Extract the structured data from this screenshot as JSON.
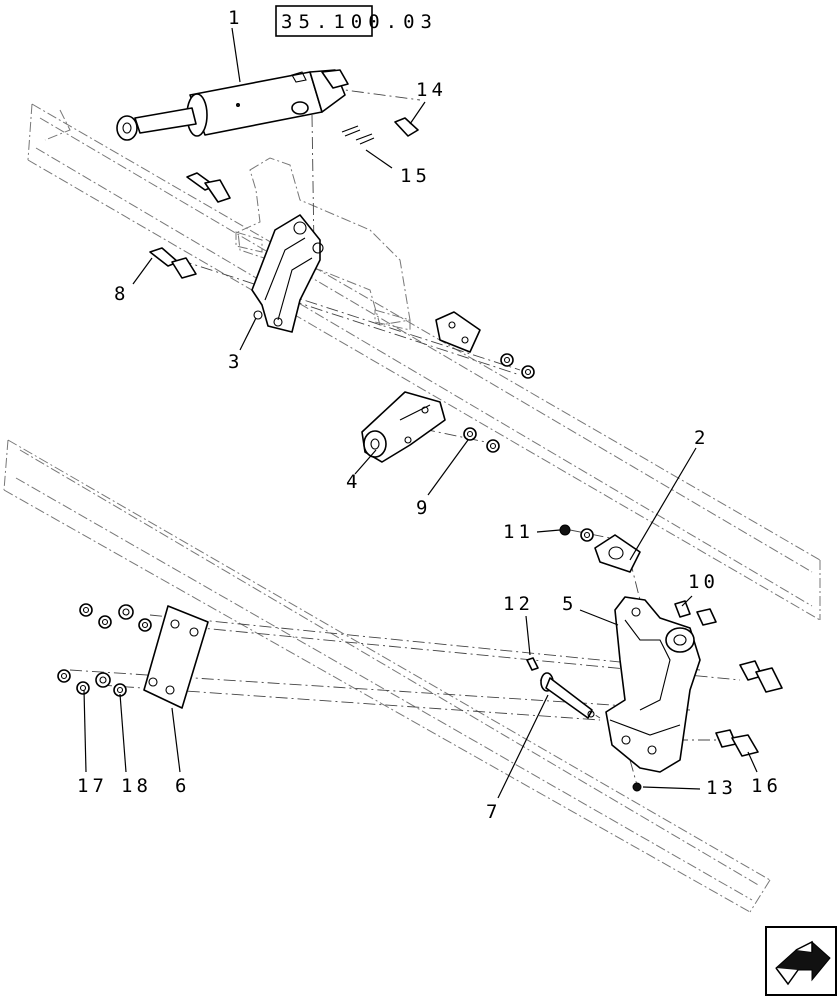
{
  "diagram": {
    "reference": "35.100.03",
    "callouts": {
      "c1": "1",
      "c2": "2",
      "c3": "3",
      "c4": "4",
      "c5": "5",
      "c6": "6",
      "c7": "7",
      "c8": "8",
      "c9": "9",
      "c10": "10",
      "c11": "11",
      "c12": "12",
      "c13": "13",
      "c14": "14",
      "c15": "15",
      "c16": "16",
      "c17": "17",
      "c18": "18"
    }
  },
  "nav": {
    "icon": "arrow-icon"
  },
  "colors": {
    "line": "#000000",
    "background": "#ffffff",
    "ghost": "#777777"
  }
}
